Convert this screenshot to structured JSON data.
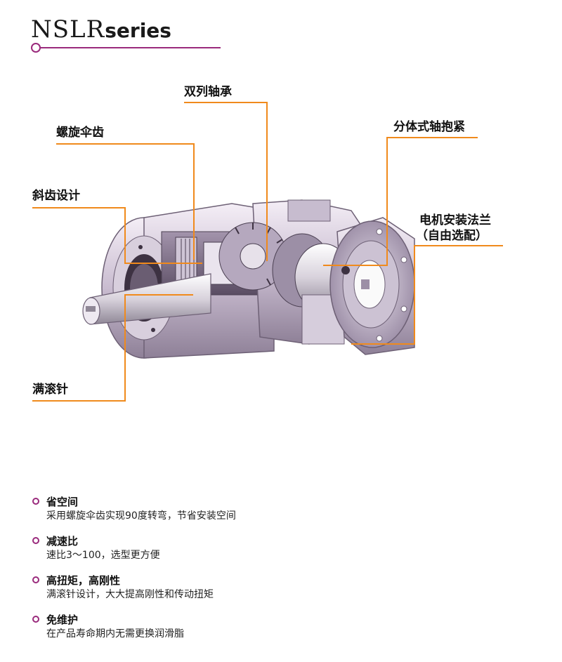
{
  "header": {
    "title_main": "NSLR",
    "title_suffix": "series",
    "accent_color": "#9a2a7c",
    "leader_color": "#f08a1c"
  },
  "callouts": {
    "double_row_bearing": "双列轴承",
    "spiral_bevel_gear": "螺旋伞齿",
    "helical_gear_design": "斜齿设计",
    "split_shaft_clamp": "分体式轴抱紧",
    "motor_flange_line1": "电机安装法兰",
    "motor_flange_line2": "（自由选配）",
    "full_needle_roller": "满滚针"
  },
  "features": [
    {
      "title": "省空间",
      "desc": "采用螺旋伞齿实现90度转弯，节省安装空间"
    },
    {
      "title": "减速比",
      "desc": "速比3～100，选型更方便"
    },
    {
      "title": "高扭矩，高刚性",
      "desc": "满滚针设计，大大提高刚性和传动扭矩"
    },
    {
      "title": "免维护",
      "desc": "在产品寿命期内无需更换润滑脂"
    }
  ]
}
